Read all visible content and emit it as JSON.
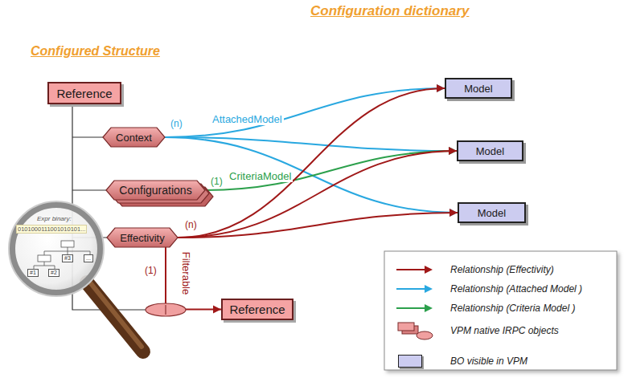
{
  "diagram": {
    "title": "Configuration dictionary",
    "nodes": [
      {
        "text": [
          "Reference"
        ]
      },
      {
        "text": [
          "Context"
        ]
      },
      {
        "text": [
          "Configurations"
        ]
      },
      {
        "text": [
          "Effectivity"
        ]
      },
      {
        "text": [
          "Reference"
        ]
      },
      {
        "text": [
          "Model"
        ]
      },
      {
        "text": [
          "Model"
        ]
      },
      {
        "text": [
          "Model"
        ]
      }
    ],
    "edges": [
      {
        "from": 1,
        "to": 5,
        "arrow": "to",
        "label": "AttachedModel"
      },
      {
        "from": 1,
        "to": 6,
        "arrow": "to"
      },
      {
        "from": 1,
        "to": 7,
        "arrow": "to"
      },
      {
        "from": 2,
        "to": 6,
        "arrow": "to",
        "label": "CriteriaModel"
      },
      {
        "from": 3,
        "to": 5,
        "arrow": "to"
      },
      {
        "from": 3,
        "to": 6,
        "arrow": "to"
      },
      {
        "from": 3,
        "to": 7,
        "arrow": "to"
      },
      {
        "from": 3,
        "to": 4,
        "arrow": "to",
        "label": "Filterable"
      }
    ],
    "labels": [
      "Configured Structure",
      "(n)",
      "(1)",
      "(n)",
      "(1)",
      "Expr binary:",
      "0101000111001010101...",
      "#3",
      "...",
      "#1",
      "#2"
    ],
    "legend": [
      {
        "text": "Relationship (Effectivity)"
      },
      {
        "text": "Relationship (Attached Model )"
      },
      {
        "text": "Relationship (Criteria Model )"
      },
      {
        "text": "VPM native IRPC objects"
      },
      {
        "text": "BO visible in VPM",
        "color": "#ccccf0"
      }
    ]
  }
}
